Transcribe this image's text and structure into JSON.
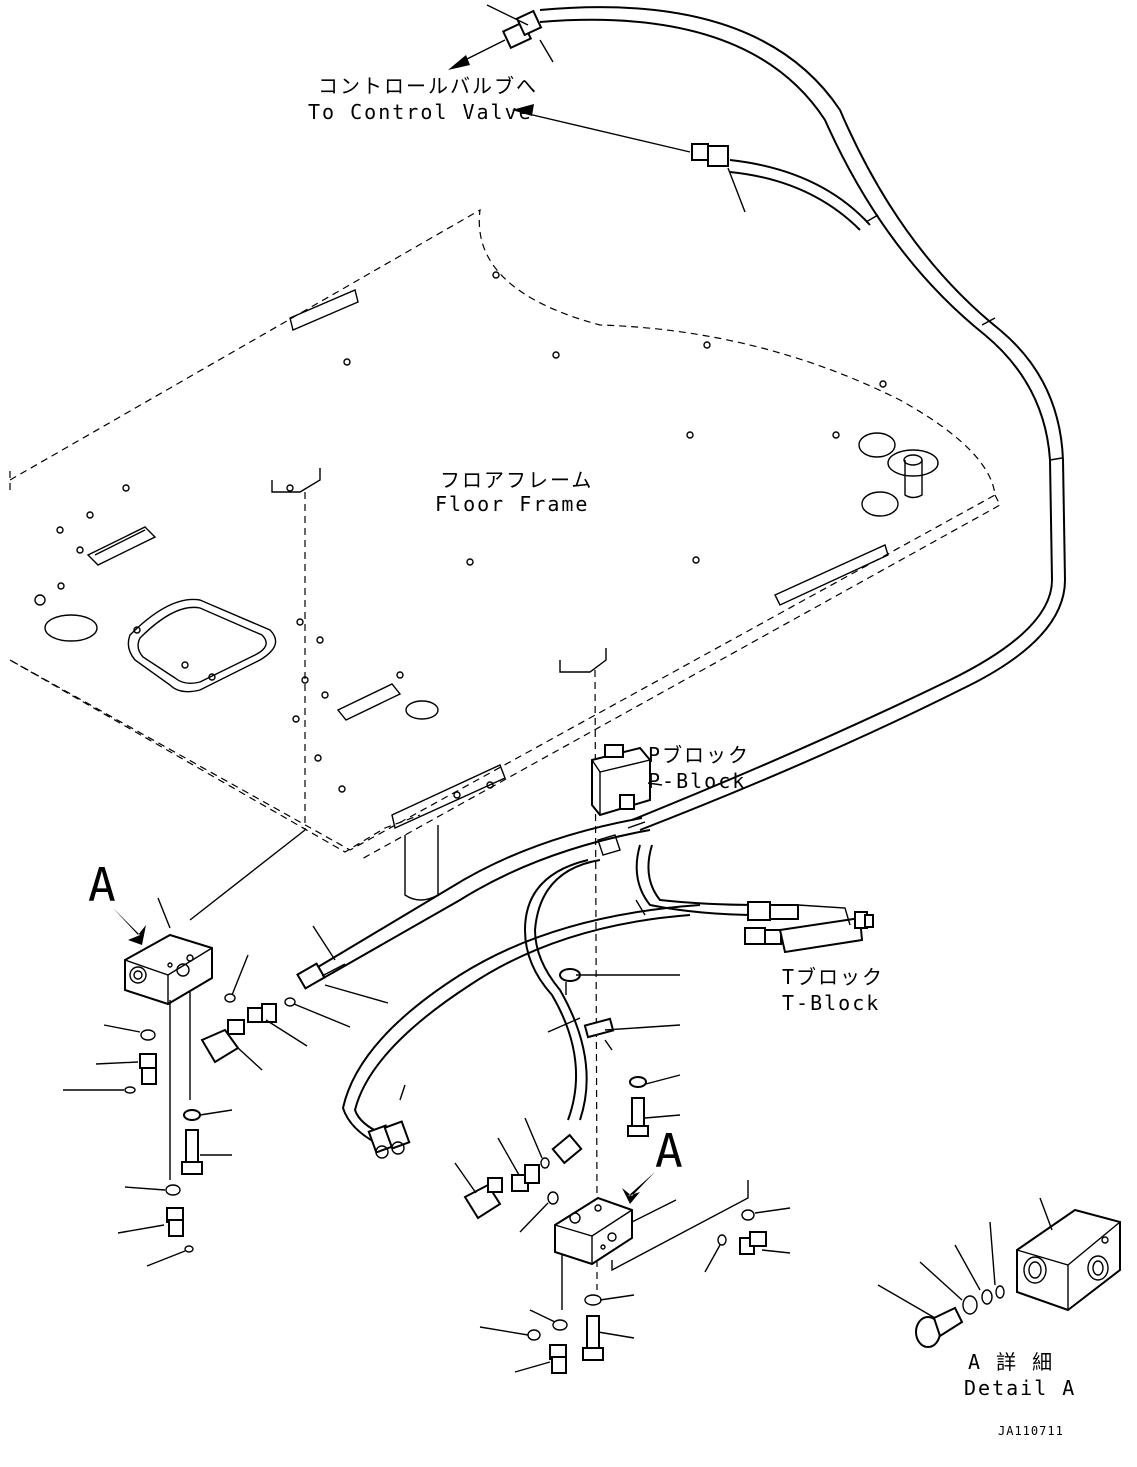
{
  "labels": {
    "control_valve_jp": "コントロールバルブへ",
    "control_valve_en": "To Control Valve",
    "floor_frame_jp": "フロアフレーム",
    "floor_frame_en": "Floor Frame",
    "p_block_jp": "Pブロック",
    "p_block_en": "P-Block",
    "t_block_jp": "Tブロック",
    "t_block_en": "T-Block",
    "detail_jp": "A 詳 細",
    "detail_en": "Detail A",
    "view_marker_1": "A",
    "view_marker_2": "A",
    "drawing_number": "JA110711"
  }
}
